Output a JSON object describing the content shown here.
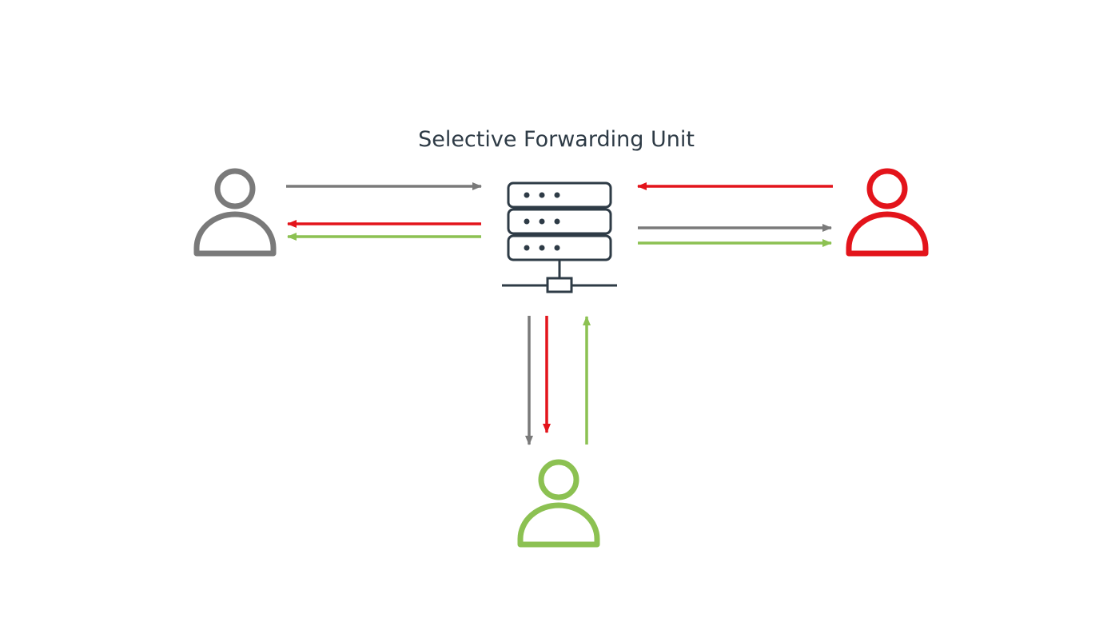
{
  "diagram": {
    "title": "Selective Forwarding Unit"
  },
  "colors": {
    "title": "#2e3b46",
    "server": "#2e3b46",
    "user_gray": "#7a7a7a",
    "user_red": "#e3141b",
    "user_green": "#8cc152"
  },
  "nodes": {
    "server": {
      "icon": "server-icon"
    },
    "users": [
      {
        "id": "user-gray",
        "icon": "user-icon",
        "color": "#7a7a7a"
      },
      {
        "id": "user-red",
        "icon": "user-icon",
        "color": "#e3141b"
      },
      {
        "id": "user-green",
        "icon": "user-icon",
        "color": "#8cc152"
      }
    ]
  },
  "flows": [
    {
      "id": "gray-to-server",
      "from": "user-gray",
      "to": "server",
      "color": "#7a7a7a"
    },
    {
      "id": "server-to-gray-red",
      "from": "server",
      "to": "user-gray",
      "color": "#e3141b"
    },
    {
      "id": "server-to-gray-green",
      "from": "server",
      "to": "user-gray",
      "color": "#8cc152"
    },
    {
      "id": "red-to-server",
      "from": "user-red",
      "to": "server",
      "color": "#e3141b"
    },
    {
      "id": "server-to-red-gray",
      "from": "server",
      "to": "user-red",
      "color": "#7a7a7a"
    },
    {
      "id": "server-to-red-green",
      "from": "server",
      "to": "user-red",
      "color": "#8cc152"
    },
    {
      "id": "server-to-green-gray",
      "from": "server",
      "to": "user-green",
      "color": "#7a7a7a"
    },
    {
      "id": "server-to-green-red",
      "from": "server",
      "to": "user-green",
      "color": "#e3141b"
    },
    {
      "id": "green-to-server",
      "from": "user-green",
      "to": "server",
      "color": "#8cc152"
    }
  ]
}
